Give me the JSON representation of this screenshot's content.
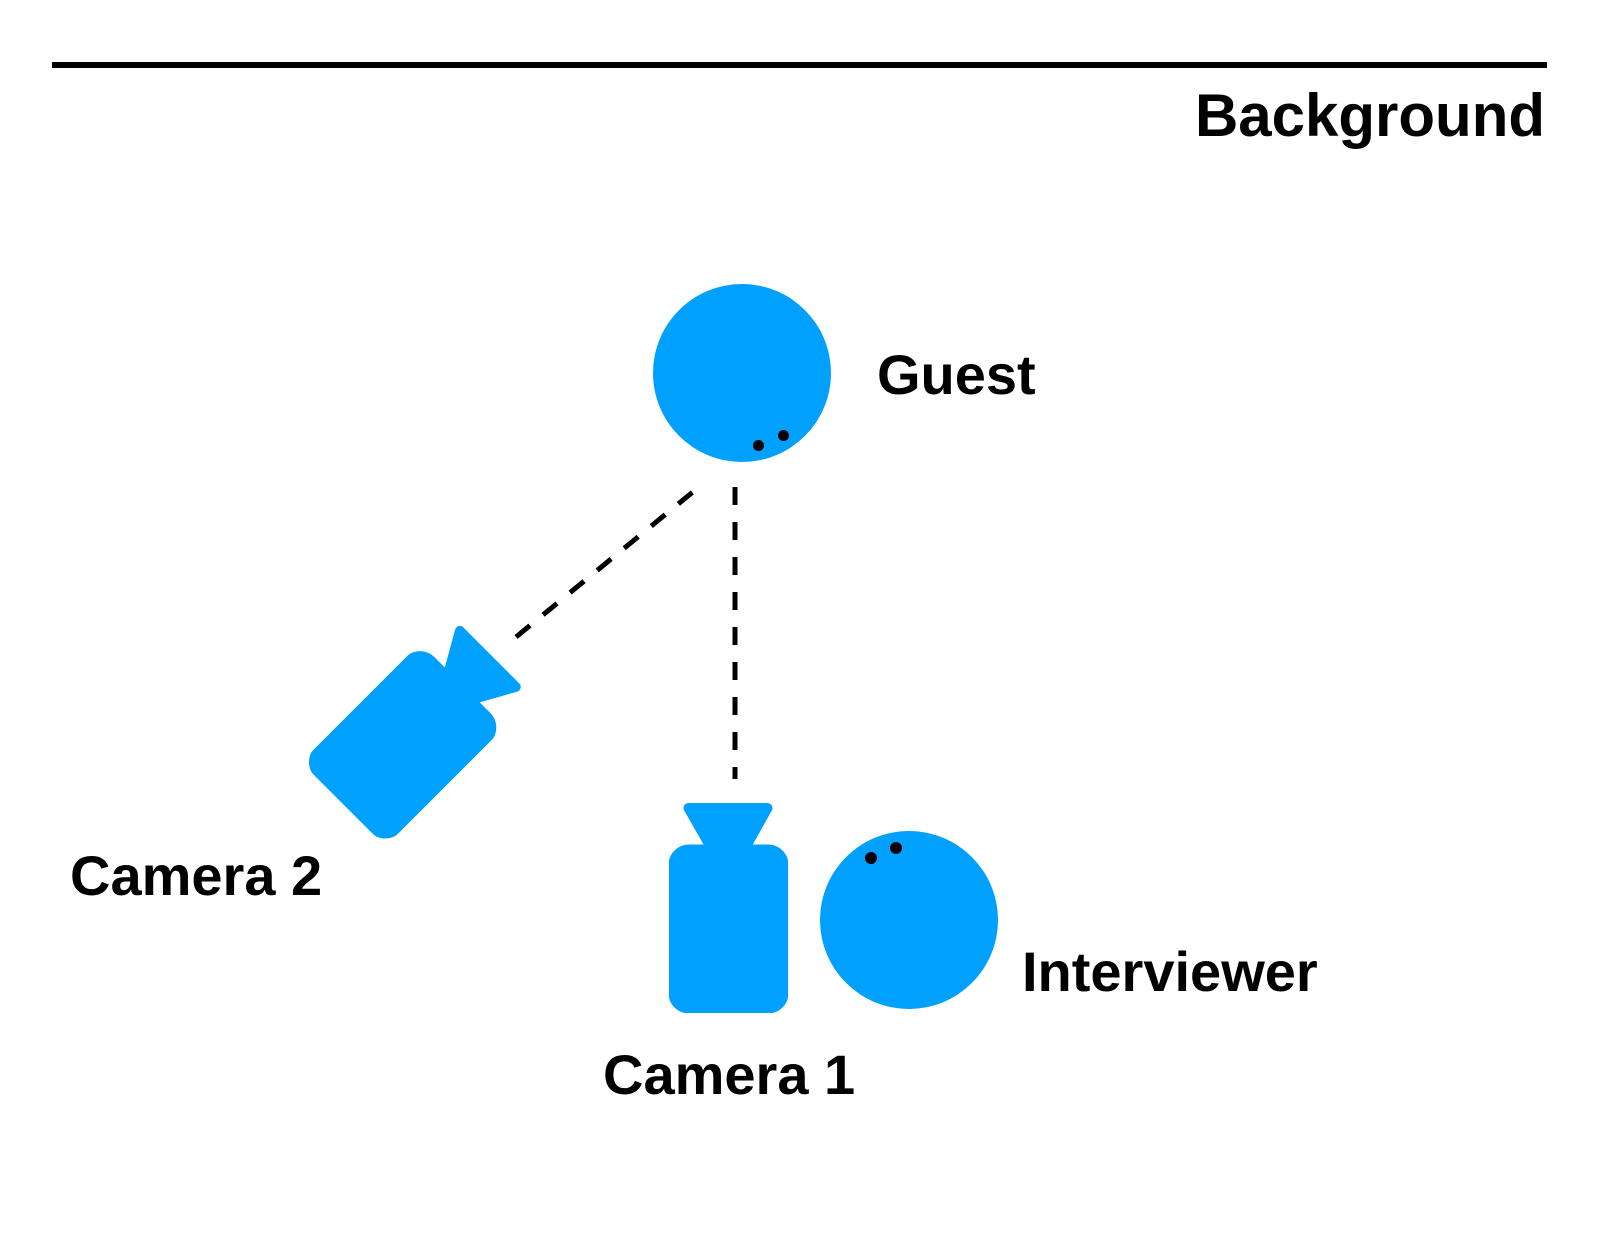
{
  "title": "Background",
  "labels": {
    "guest": "Guest",
    "interviewer": "Interviewer",
    "camera1": "Camera 1",
    "camera2": "Camera 2"
  },
  "icons": {
    "camera1": "video-camera-icon",
    "camera2": "video-camera-icon",
    "guest": "person-head-icon",
    "interviewer": "person-head-icon",
    "sightlines": "dashed-sightline"
  },
  "colors": {
    "shape_blue": "#00A0FF",
    "line_black": "#000000",
    "background_white": "#FFFFFF"
  }
}
